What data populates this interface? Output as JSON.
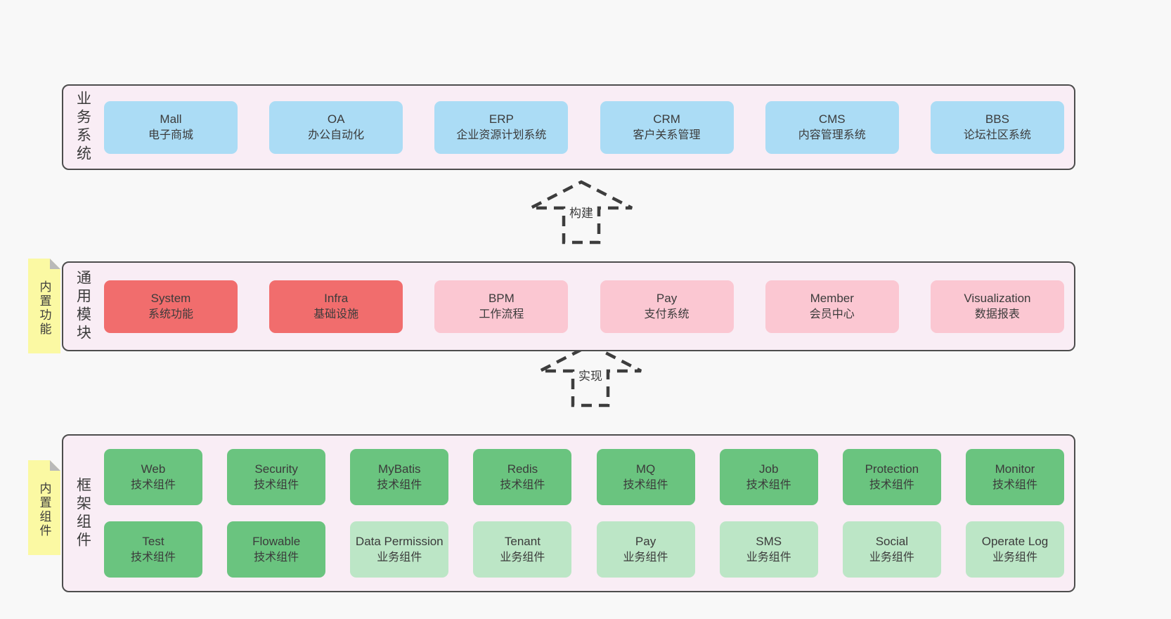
{
  "colors": {
    "page_bg": "#f8f8f8",
    "band_bg": "#f9edf5",
    "band_border": "#4d4d4d",
    "blue_box": "#abdcf5",
    "red_box": "#f16d6d",
    "pink_box": "#fbc7d2",
    "green_box": "#6ac47f",
    "green_light_box": "#bce6c6",
    "sticky_bg": "#fbf9a3",
    "sticky_fold": "#b9b9b9",
    "text": "#3b3b3b",
    "arrow": "#3d3d3d"
  },
  "arrows": [
    {
      "label": "构建"
    },
    {
      "label": "实现"
    }
  ],
  "bands": [
    {
      "id": "business-systems",
      "label": "业务系统",
      "boxes": [
        {
          "name": "Mall",
          "desc": "电子商城",
          "variant": "blue"
        },
        {
          "name": "OA",
          "desc": "办公自动化",
          "variant": "blue"
        },
        {
          "name": "ERP",
          "desc": "企业资源计划系统",
          "variant": "blue"
        },
        {
          "name": "CRM",
          "desc": "客户关系管理",
          "variant": "blue"
        },
        {
          "name": "CMS",
          "desc": "内容管理系统",
          "variant": "blue"
        },
        {
          "name": "BBS",
          "desc": "论坛社区系统",
          "variant": "blue"
        }
      ]
    },
    {
      "id": "common-modules",
      "label": "通用模块",
      "sticky": "内置功能",
      "boxes": [
        {
          "name": "System",
          "desc": "系统功能",
          "variant": "red"
        },
        {
          "name": "Infra",
          "desc": "基础设施",
          "variant": "red"
        },
        {
          "name": "BPM",
          "desc": "工作流程",
          "variant": "pink"
        },
        {
          "name": "Pay",
          "desc": "支付系统",
          "variant": "pink"
        },
        {
          "name": "Member",
          "desc": "会员中心",
          "variant": "pink"
        },
        {
          "name": "Visualization",
          "desc": "数据报表",
          "variant": "pink"
        }
      ]
    },
    {
      "id": "framework-components",
      "label": "框架组件",
      "sticky": "内置组件",
      "rows": [
        [
          {
            "name": "Web",
            "desc": "技术组件",
            "variant": "green"
          },
          {
            "name": "Security",
            "desc": "技术组件",
            "variant": "green"
          },
          {
            "name": "MyBatis",
            "desc": "技术组件",
            "variant": "green"
          },
          {
            "name": "Redis",
            "desc": "技术组件",
            "variant": "green"
          },
          {
            "name": "MQ",
            "desc": "技术组件",
            "variant": "green"
          },
          {
            "name": "Job",
            "desc": "技术组件",
            "variant": "green"
          },
          {
            "name": "Protection",
            "desc": "技术组件",
            "variant": "green"
          },
          {
            "name": "Monitor",
            "desc": "技术组件",
            "variant": "green"
          }
        ],
        [
          {
            "name": "Test",
            "desc": "技术组件",
            "variant": "green"
          },
          {
            "name": "Flowable",
            "desc": "技术组件",
            "variant": "green"
          },
          {
            "name": "Data Permission",
            "desc": "业务组件",
            "variant": "green-light"
          },
          {
            "name": "Tenant",
            "desc": "业务组件",
            "variant": "green-light"
          },
          {
            "name": "Pay",
            "desc": "业务组件",
            "variant": "green-light"
          },
          {
            "name": "SMS",
            "desc": "业务组件",
            "variant": "green-light"
          },
          {
            "name": "Social",
            "desc": "业务组件",
            "variant": "green-light"
          },
          {
            "name": "Operate Log",
            "desc": "业务组件",
            "variant": "green-light"
          }
        ]
      ]
    }
  ]
}
